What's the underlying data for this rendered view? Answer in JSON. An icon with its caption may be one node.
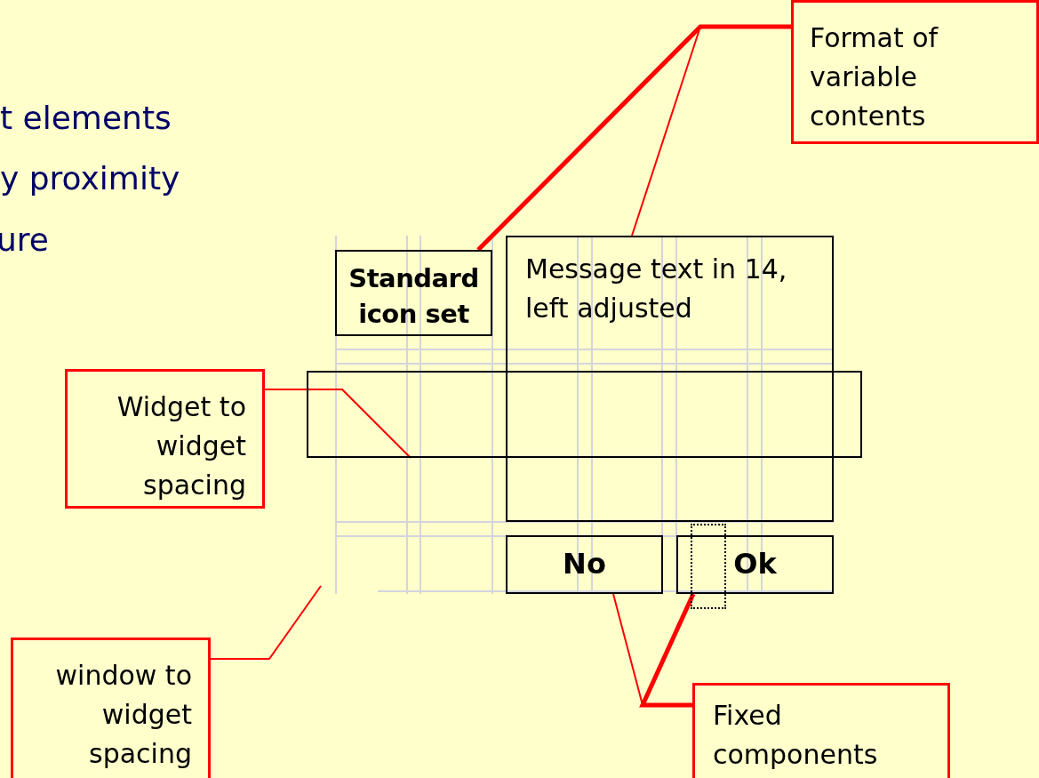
{
  "diagram": {
    "nodes": [
      {
        "text": [
          "Format of variable contents"
        ]
      },
      {
        "text": [
          "Standard icon set"
        ]
      },
      {
        "text": [
          "Message text in 14, left adjusted"
        ]
      },
      {
        "text": [],
        "shape": "box"
      },
      {
        "text": [
          "No"
        ]
      },
      {
        "text": [
          "Ok"
        ]
      },
      {
        "text": [
          "Widget to widget spacing"
        ]
      },
      {
        "text": [
          "window to widget spacing"
        ]
      },
      {
        "text": [
          "Fixed components"
        ]
      },
      {
        "text": [],
        "shape": "box"
      }
    ],
    "edges": [
      {
        "from": 0,
        "to": 1,
        "arrow": "none",
        "style": "thick"
      },
      {
        "from": 0,
        "to": 2,
        "arrow": "none"
      },
      {
        "from": 6,
        "to": 3,
        "arrow": "none"
      },
      {
        "from": 7,
        "to": null,
        "arrow": "none"
      },
      {
        "from": 8,
        "to": 4,
        "arrow": "none"
      },
      {
        "from": 8,
        "to": 5,
        "arrow": "none",
        "style": "thick"
      }
    ],
    "labels": [
      "t elements",
      "y proximity",
      "ure"
    ]
  }
}
